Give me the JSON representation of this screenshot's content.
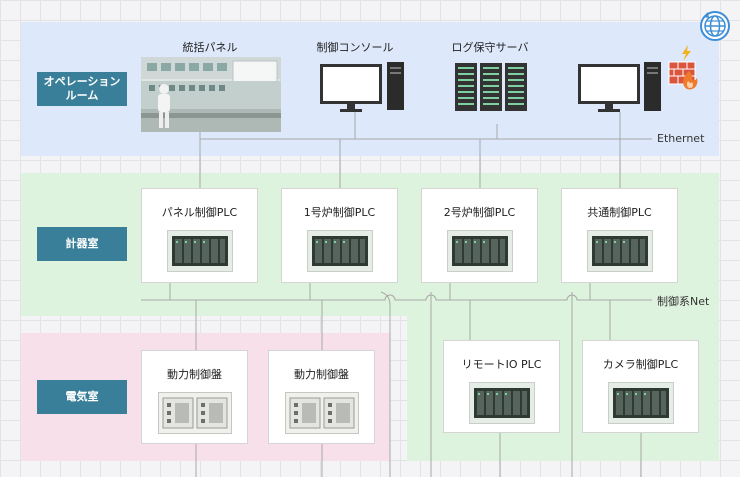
{
  "zones": {
    "operation_room": "オペレーション\nルーム",
    "instrument_room": "計器室",
    "electrical_room": "電気室"
  },
  "devices": {
    "control_panel": "統括パネル",
    "control_console": "制御コンソール",
    "log_server": "ログ保守サーバ"
  },
  "networks": {
    "ethernet": "Ethernet",
    "control_net": "制御系Net"
  },
  "instrument_boxes": [
    {
      "label": "パネル制御PLC"
    },
    {
      "label": "1号炉制御PLC"
    },
    {
      "label": "2号炉制御PLC"
    },
    {
      "label": "共通制御PLC"
    }
  ],
  "electrical_boxes": [
    {
      "label": "動力制御盤"
    },
    {
      "label": "動力制御盤"
    }
  ],
  "remote_boxes": [
    {
      "label": "リモートIO PLC"
    },
    {
      "label": "カメラ制御PLC"
    }
  ],
  "colors": {
    "operation_zone": "#dde9fb",
    "instrument_zone": "#def3dd",
    "electrical_zone": "#f8e0ea",
    "zone_label": "#3a7f9a",
    "accent_icon": "#3d8ed6"
  }
}
